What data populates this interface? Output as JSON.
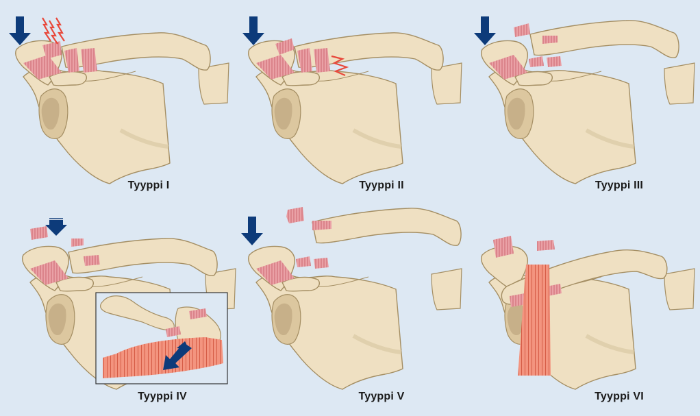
{
  "background": "#dde8f3",
  "colors": {
    "bone": "#efe0c2",
    "bone_outline": "#a48e63",
    "bone_shade": "#c9b48a",
    "ligament": "#e89aa0",
    "ligament_line": "#c9606a",
    "muscle": "#f28c78",
    "arrow": "#0d3b7a",
    "pain": "#e8483b",
    "inset_border": "#333333"
  },
  "panels": [
    {
      "label": "Tyyppi I",
      "icons": [
        "down-arrow-icon",
        "pain-spark-icon"
      ]
    },
    {
      "label": "Tyyppi II",
      "icons": [
        "down-arrow-icon",
        "pain-spark-icon"
      ]
    },
    {
      "label": "Tyyppi III",
      "icons": [
        "down-arrow-icon"
      ]
    },
    {
      "label": "Tyyppi IV",
      "icons": [
        "down-arrow-icon",
        "posterior-arrow-icon"
      ]
    },
    {
      "label": "Tyyppi V",
      "icons": [
        "down-arrow-icon"
      ]
    },
    {
      "label": "Tyyppi VI",
      "icons": []
    }
  ]
}
